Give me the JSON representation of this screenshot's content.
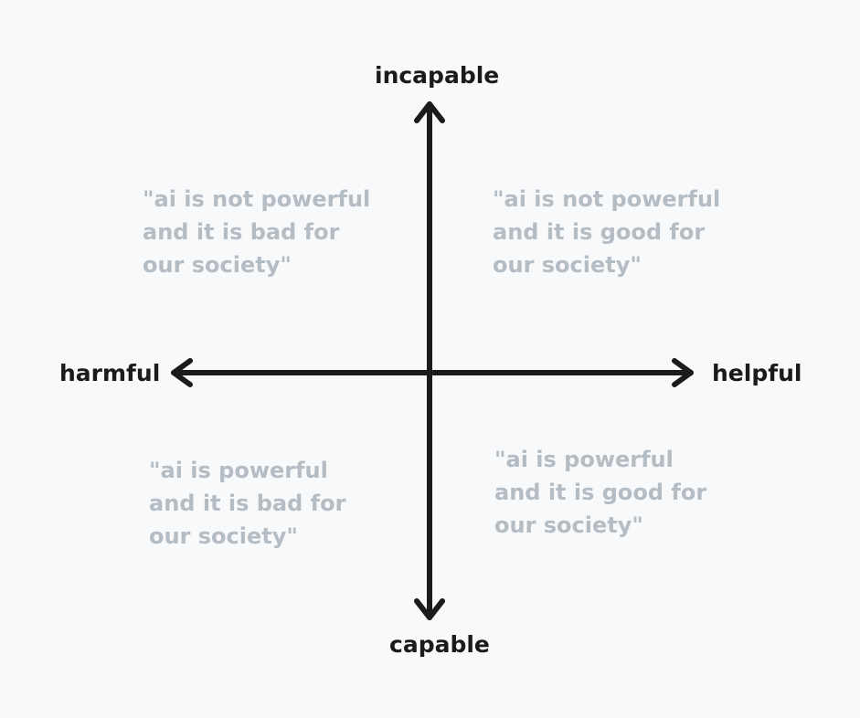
{
  "axes": {
    "top": "incapable",
    "bottom": "capable",
    "left": "harmful",
    "right": "helpful"
  },
  "quadrants": {
    "top_left": "\"ai is not powerful\nand it is bad for\nour society\"",
    "top_right": "\"ai is not powerful\nand it is good for\nour society\"",
    "bottom_left": "\"ai is powerful\nand it is bad for\nour society\"",
    "bottom_right": "\"ai is powerful\nand it is good for\nour society\""
  },
  "colors": {
    "background": "#f8f9fb",
    "axis": "#1b1b1b",
    "quadrant_text": "#b4bcc4"
  }
}
